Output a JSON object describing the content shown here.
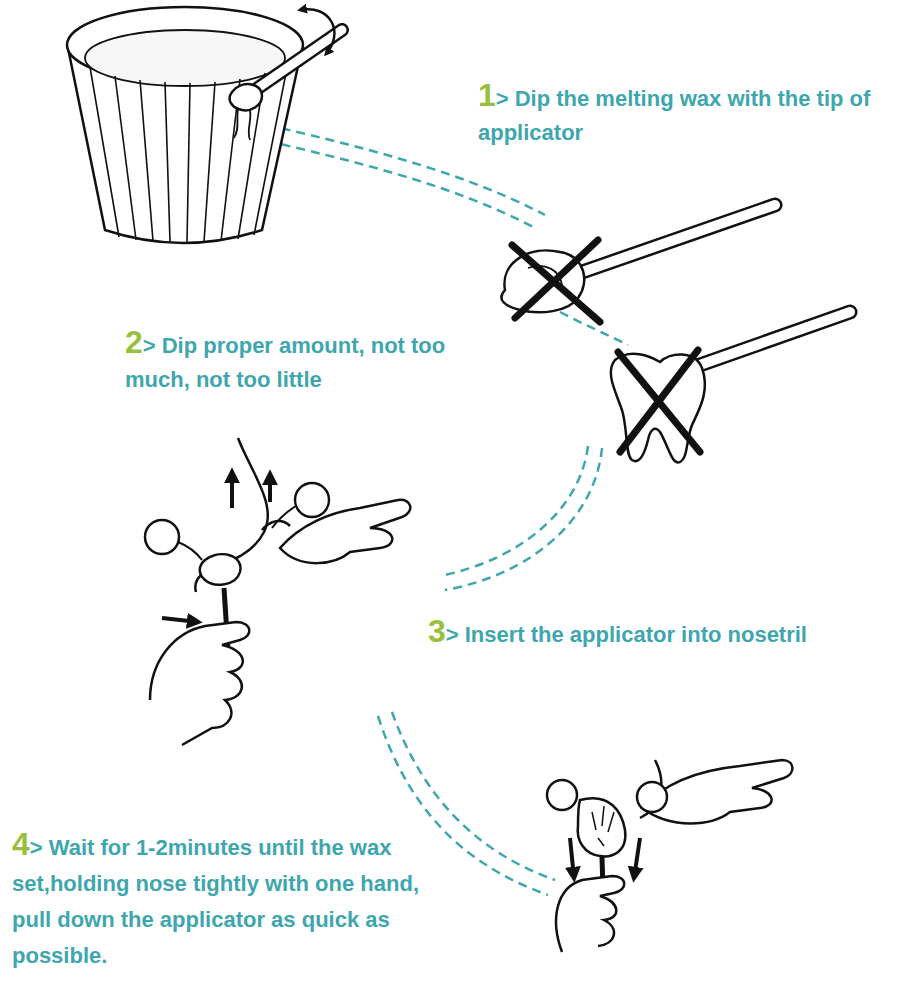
{
  "diagram": {
    "labels": [
      "1",
      "> Dip the melting wax with the tip of applicator",
      "2",
      "> Dip proper amount, not too much, not too little",
      "3",
      "> Insert the applicator into nosetril",
      "4",
      "> Wait for 1-2minutes until the wax set,holding nose tightly with one hand, pull down the applicator as quick as possible."
    ]
  }
}
